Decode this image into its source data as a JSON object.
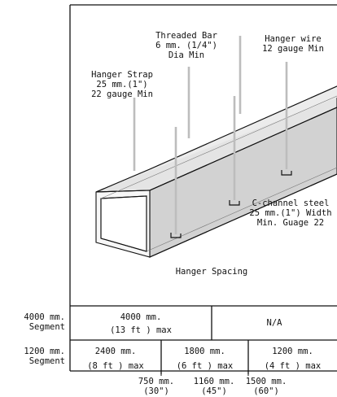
{
  "diagram": {
    "callouts": {
      "threaded_bar": [
        "Threaded Bar",
        "6 mm. (1/4\")",
        "Dia Min"
      ],
      "hanger_wire": [
        "Hanger wire",
        "12 gauge Min"
      ],
      "hanger_strap": [
        "Hanger Strap",
        "25 mm.(1\")",
        "22 gauge Min"
      ],
      "c_channel": [
        "C-channel steel",
        "25 mm.(1\") Width",
        "Min. Guage 22"
      ]
    },
    "caption": "Hanger Spacing"
  },
  "table": {
    "rows": [
      {
        "label": [
          "4000 mm.",
          "Segment"
        ],
        "cells": [
          {
            "line1": "4000 mm.",
            "line2": "(13 ft ) max"
          },
          {
            "line1": "N/A",
            "line2": ""
          }
        ]
      },
      {
        "label": [
          "1200 mm.",
          "Segment"
        ],
        "cells": [
          {
            "line1": "2400 mm.",
            "line2": "(8 ft ) max"
          },
          {
            "line1": "1800 mm.",
            "line2": "(6 ft ) max"
          },
          {
            "line1": "1200 mm.",
            "line2": "(4 ft ) max"
          }
        ]
      }
    ],
    "breakpoints": [
      {
        "mm": "750 mm.",
        "inch": "(30\")"
      },
      {
        "mm": "1160 mm.",
        "inch": "(45\")"
      },
      {
        "mm": "1500 mm.",
        "inch": "(60\")"
      }
    ]
  }
}
